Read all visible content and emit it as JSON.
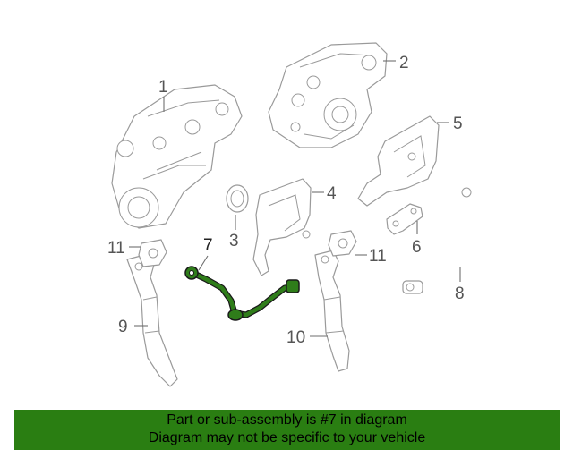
{
  "diagram": {
    "callouts": {
      "c1": "1",
      "c2": "2",
      "c3": "3",
      "c4": "4",
      "c5": "5",
      "c6": "6",
      "c7": "7",
      "c8": "8",
      "c9": "9",
      "c10": "10",
      "c11a": "11",
      "c11b": "11"
    },
    "highlight_color": "#2f7d1a",
    "line_color": "#9a9a9a"
  },
  "footer": {
    "line1": "Part or sub-assembly is #7 in diagram",
    "line2": "Diagram may not be specific to your vehicle",
    "background": "#2a7e12"
  }
}
